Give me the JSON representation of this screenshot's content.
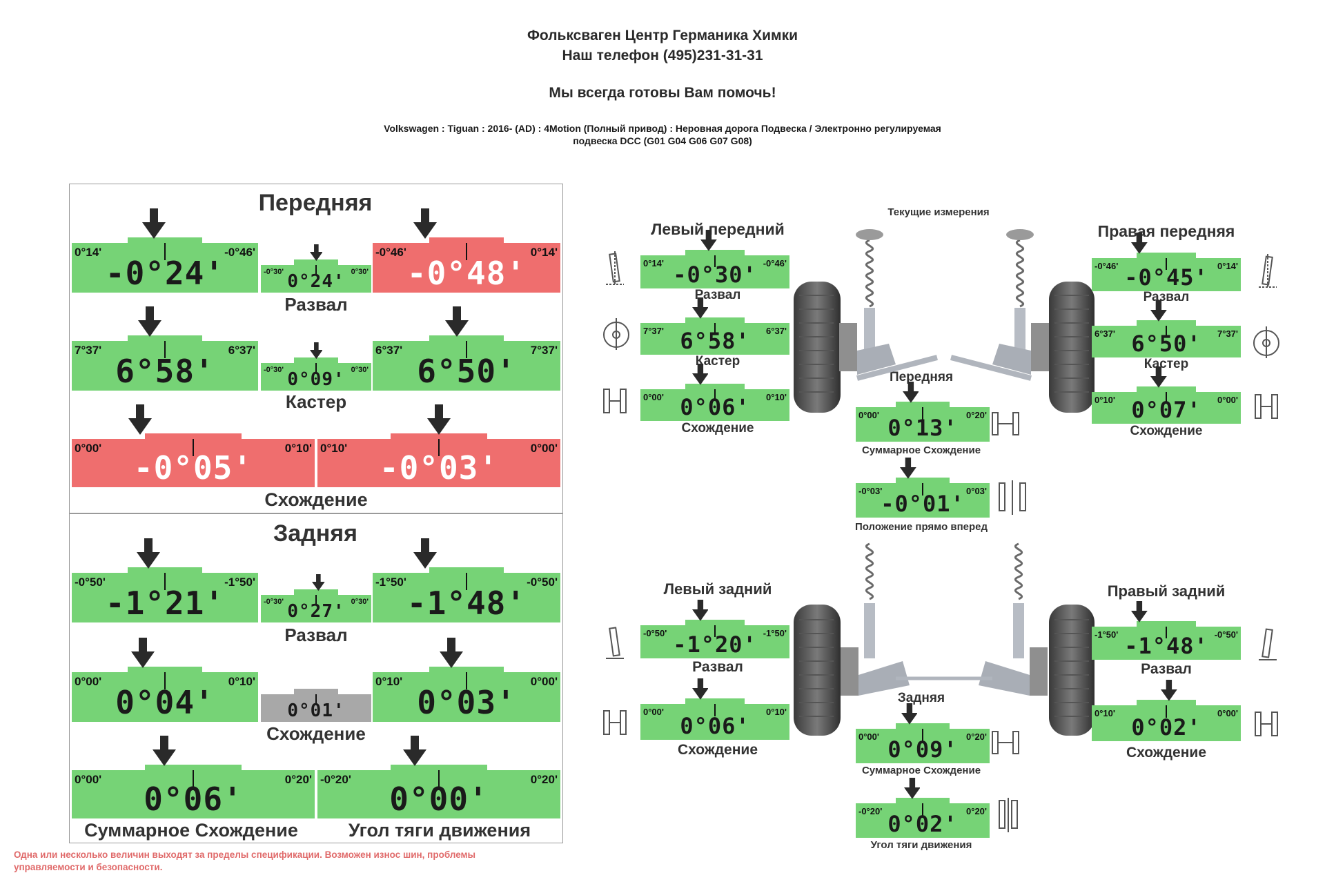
{
  "header": {
    "line1": "Фольксваген Центр Германика Химки",
    "line2": "Наш телефон (495)231-31-31",
    "line3": "Мы всегда готовы Вам помочь!",
    "vehicle_line1": "Volkswagen : Tiguan : 2016-   (AD) : 4Motion (Полный привод) : Неровная дорога Подвеска / Электронно регулируемая",
    "vehicle_line2": "подвеска DCC (G01 G04 G06 G07 G08)"
  },
  "colors": {
    "ok": "#76d376",
    "out": "#ef6e6e",
    "neutral": "#a8a8a8"
  },
  "front": {
    "title": "Передняя",
    "camber_label": "Развал",
    "caster_label": "Кастер",
    "toe_label": "Схождение",
    "camber_left": {
      "lo": "0°14'",
      "hi": "-0°46'",
      "value": "-0°24'",
      "status": "ok"
    },
    "camber_cross": {
      "lo": "-0°30'",
      "hi": "0°30'",
      "value": "0°24'",
      "status": "ok"
    },
    "camber_right": {
      "lo": "-0°46'",
      "hi": "0°14'",
      "value": "-0°48'",
      "status": "out"
    },
    "caster_left": {
      "lo": "7°37'",
      "hi": "6°37'",
      "value": "6°58'",
      "status": "ok"
    },
    "caster_cross": {
      "lo": "-0°30'",
      "hi": "0°30'",
      "value": "0°09'",
      "status": "ok"
    },
    "caster_right": {
      "lo": "6°37'",
      "hi": "7°37'",
      "value": "6°50'",
      "status": "ok"
    },
    "toe_left": {
      "lo": "0°00'",
      "hi": "0°10'",
      "value": "-0°05'",
      "status": "out"
    },
    "toe_right": {
      "lo": "0°10'",
      "hi": "0°00'",
      "value": "-0°03'",
      "status": "out"
    }
  },
  "rear": {
    "title": "Задняя",
    "camber_label": "Развал",
    "toe_label": "Схождение",
    "total_toe_label": "Суммарное Схождение",
    "thrust_label": "Угол тяги движения",
    "camber_left": {
      "lo": "-0°50'",
      "hi": "-1°50'",
      "value": "-1°21'",
      "status": "ok"
    },
    "camber_cross": {
      "lo": "-0°30'",
      "hi": "0°30'",
      "value": "0°27'",
      "status": "ok"
    },
    "camber_right": {
      "lo": "-1°50'",
      "hi": "-0°50'",
      "value": "-1°48'",
      "status": "ok"
    },
    "toe_left": {
      "lo": "0°00'",
      "hi": "0°10'",
      "value": "0°04'",
      "status": "ok"
    },
    "toe_cross": {
      "value": "0°01'",
      "status": "neutral"
    },
    "toe_right": {
      "lo": "0°10'",
      "hi": "0°00'",
      "value": "0°03'",
      "status": "ok"
    },
    "total_toe": {
      "lo": "0°00'",
      "hi": "0°20'",
      "value": "0°06'",
      "status": "ok"
    },
    "thrust": {
      "lo": "-0°20'",
      "hi": "0°20'",
      "value": "0°00'",
      "status": "ok"
    }
  },
  "current": {
    "title": "Текущие измерения",
    "front_left_title": "Левый передний",
    "front_right_title": "Правая передняя",
    "front_center_title": "Передняя",
    "rear_left_title": "Левый задний",
    "rear_right_title": "Правый задний",
    "rear_center_title": "Задняя",
    "camber_label": "Развал",
    "caster_label": "Кастер",
    "toe_label": "Схождение",
    "total_toe_label": "Суммарное Схождение",
    "straight_label": "Положение прямо вперед",
    "thrust_label": "Угол тяги движения",
    "fl_camber": {
      "lo": "0°14'",
      "hi": "-0°46'",
      "value": "-0°30'",
      "status": "ok"
    },
    "fl_caster": {
      "lo": "7°37'",
      "hi": "6°37'",
      "value": "6°58'",
      "status": "ok"
    },
    "fl_toe": {
      "lo": "0°00'",
      "hi": "0°10'",
      "value": "0°06'",
      "status": "ok"
    },
    "fr_camber": {
      "lo": "-0°46'",
      "hi": "0°14'",
      "value": "-0°45'",
      "status": "ok"
    },
    "fr_caster": {
      "lo": "6°37'",
      "hi": "7°37'",
      "value": "6°50'",
      "status": "ok"
    },
    "fr_toe": {
      "lo": "0°10'",
      "hi": "0°00'",
      "value": "0°07'",
      "status": "ok"
    },
    "f_total_toe": {
      "lo": "0°00'",
      "hi": "0°20'",
      "value": "0°13'",
      "status": "ok"
    },
    "f_straight": {
      "lo": "-0°03'",
      "hi": "0°03'",
      "value": "-0°01'",
      "status": "ok"
    },
    "rl_camber": {
      "lo": "-0°50'",
      "hi": "-1°50'",
      "value": "-1°20'",
      "status": "ok"
    },
    "rl_toe": {
      "lo": "0°00'",
      "hi": "0°10'",
      "value": "0°06'",
      "status": "ok"
    },
    "rr_camber": {
      "lo": "-1°50'",
      "hi": "-0°50'",
      "value": "-1°48'",
      "status": "ok"
    },
    "rr_toe": {
      "lo": "0°10'",
      "hi": "0°00'",
      "value": "0°02'",
      "status": "ok"
    },
    "r_total_toe": {
      "lo": "0°00'",
      "hi": "0°20'",
      "value": "0°09'",
      "status": "ok"
    },
    "r_thrust": {
      "lo": "-0°20'",
      "hi": "0°20'",
      "value": "0°02'",
      "status": "ok"
    }
  },
  "footer": {
    "line1": "Одна или несколько величин выходят за пределы спецификации. Возможен износ шин, проблемы",
    "line2": "управляемости и безопасности."
  }
}
